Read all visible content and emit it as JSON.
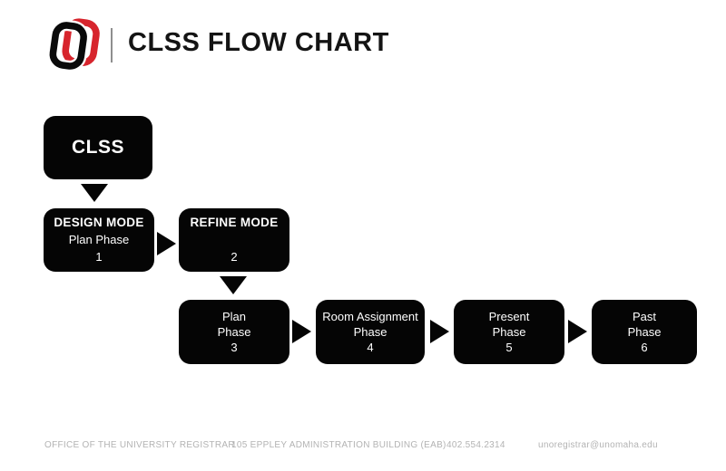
{
  "header": {
    "title": "CLSS FLOW CHART",
    "logo_name": "uno-o-logo"
  },
  "colors": {
    "brand_red": "#d7252d",
    "box_black": "#050505",
    "title_black": "#141414",
    "footer_gray": "#b3b3b3"
  },
  "flowchart": {
    "start": {
      "label": "CLSS"
    },
    "design": {
      "title": "DESIGN MODE",
      "subtitle": "Plan Phase",
      "number": "1"
    },
    "refine": {
      "title": "REFINE MODE",
      "subtitle": "",
      "number": "2"
    },
    "phase3": {
      "line1": "Plan",
      "line2": "Phase",
      "number": "3"
    },
    "phase4": {
      "line1": "Room Assignment",
      "line2": "Phase",
      "number": "4"
    },
    "phase5": {
      "line1": "Present",
      "line2": "Phase",
      "number": "5"
    },
    "phase6": {
      "line1": "Past",
      "line2": "Phase",
      "number": "6"
    }
  },
  "footer": {
    "office": "OFFICE OF THE UNIVERSITY REGISTRAR",
    "address": "105 EPPLEY ADMINISTRATION BUILDING (EAB)",
    "phone": "402.554.2314",
    "email": "unoregistrar@unomaha.edu"
  }
}
